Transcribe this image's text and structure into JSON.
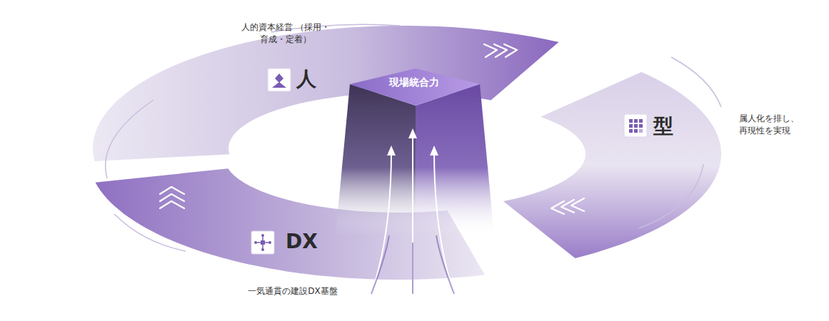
{
  "diagram": {
    "nodes": [
      {
        "text": [
          "人的資本経営 （採用・育成・定着）",
          "人"
        ]
      },
      {
        "text": [
          "型",
          "属人化を排し、 再現性を実現"
        ]
      },
      {
        "text": [
          "DX",
          "一気通貫の建設DX基盤"
        ]
      },
      {
        "text": [
          "現場統合力"
        ]
      }
    ]
  }
}
